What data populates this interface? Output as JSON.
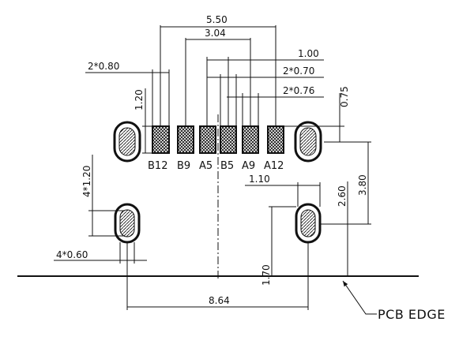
{
  "dimensions": {
    "overall_pitch_width": "5.50",
    "inner_pitch_width": "3.04",
    "pin_pitch": "1.00",
    "pad_width_0_70": "2*0.70",
    "pad_width_0_76": "2*0.76",
    "outer_pad_width": "2*0.80",
    "pad_length": "1.20",
    "pad_offset_height": "0.75",
    "front_slot_length": "4*1.20",
    "front_slot_width": "4*0.60",
    "rear_slot_offset": "1.10",
    "slot_to_slot_height": "2.60",
    "pad_to_slot_height": "3.80",
    "slot_to_edge_height": "1.70",
    "slot_span_width": "8.64"
  },
  "pin_labels": [
    "B12",
    "B9",
    "A5",
    "B5",
    "A9",
    "A12"
  ],
  "pcb_edge_label": "PCB EDGE"
}
